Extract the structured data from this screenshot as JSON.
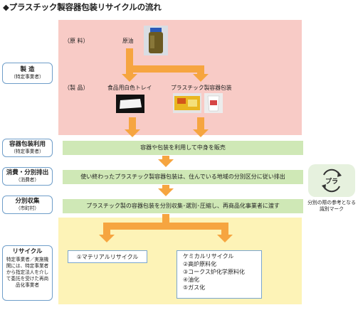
{
  "title": "◆プラスチック製容器包装リサイクルの流れ",
  "stages": {
    "manufacture": {
      "main": "製 造",
      "sub": "（特定事業者）"
    },
    "use": {
      "main": "容器包装利用",
      "sub": "（特定事業者）"
    },
    "consume": {
      "main": "消費・分別排出",
      "sub": "（消費者）"
    },
    "collect": {
      "main": "分別収集",
      "sub": "（市町村）"
    },
    "recycle": {
      "main": "リサイクル",
      "sub": "特定事業者／実施機関には、特定事業者から指定法人を介して委託を受けた再商品化事業者"
    }
  },
  "pink": {
    "raw_bracket": "（原  料）",
    "product_bracket": "（製  品）",
    "crude_oil": "原油",
    "tray": "食品用白色トレイ",
    "packaging": "プラスチック製容器包装"
  },
  "bars": {
    "use": "容器や包装を利用して中身を販売",
    "consume": "使い終わったプラスチック製容器包装は、住んでいる地域の分別区分に従い排出",
    "collect": "プラスチック製の容器包装を分別収集･選別･圧縮し、再商品化事業者に渡す"
  },
  "recycle": {
    "material": "①マテリアルリサイクル",
    "chemical_title": "ケミカルリサイクル",
    "chemical_items": [
      "②高炉原料化",
      "③コークス炉化学原料化",
      "④油化",
      "⑤ガス化"
    ]
  },
  "mark": {
    "icon": "plastic-recycling-mark-icon",
    "symbol": "プラ",
    "caption": "分別の際の参考となる識別マーク"
  },
  "colors": {
    "arrow": "#f6a540",
    "pink": "#f8cbc6",
    "green": "#cfe8b6",
    "yellow": "#fdf3b7",
    "stage_border": "#6f9ec9"
  }
}
